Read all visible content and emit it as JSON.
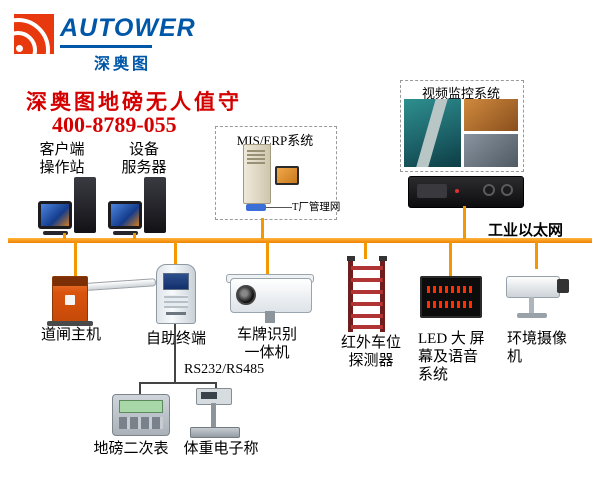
{
  "colors": {
    "accent_red": "#d40000",
    "brand_blue": "#0057a8",
    "ethernet_orange": "#f39800"
  },
  "logo": {
    "brand": "AUTOWER",
    "brand_cn": "深奥图"
  },
  "header": {
    "title": "深奥图地磅无人值守",
    "phone": "400-8789-055"
  },
  "ethernet": {
    "label": "工业以太网"
  },
  "mis_box": {
    "title": "MIS/ERP系统",
    "network_label": "T厂管理网"
  },
  "video_box": {
    "title": "视频监控系统"
  },
  "devices": {
    "client_station": "客户端\n操作站",
    "equip_server": "设备\n服务器",
    "barrier": "道闸主机",
    "kiosk": "自助终端",
    "lpr": "车牌识别\n一体机",
    "ir": "红外车位\n探测器",
    "led": "LED 大 屏\n幕及语音\n系统",
    "envcam": "环境摄像\n机",
    "indicator": "地磅二次表",
    "scale": "体重电子称"
  },
  "serial": {
    "label": "RS232/RS485"
  }
}
